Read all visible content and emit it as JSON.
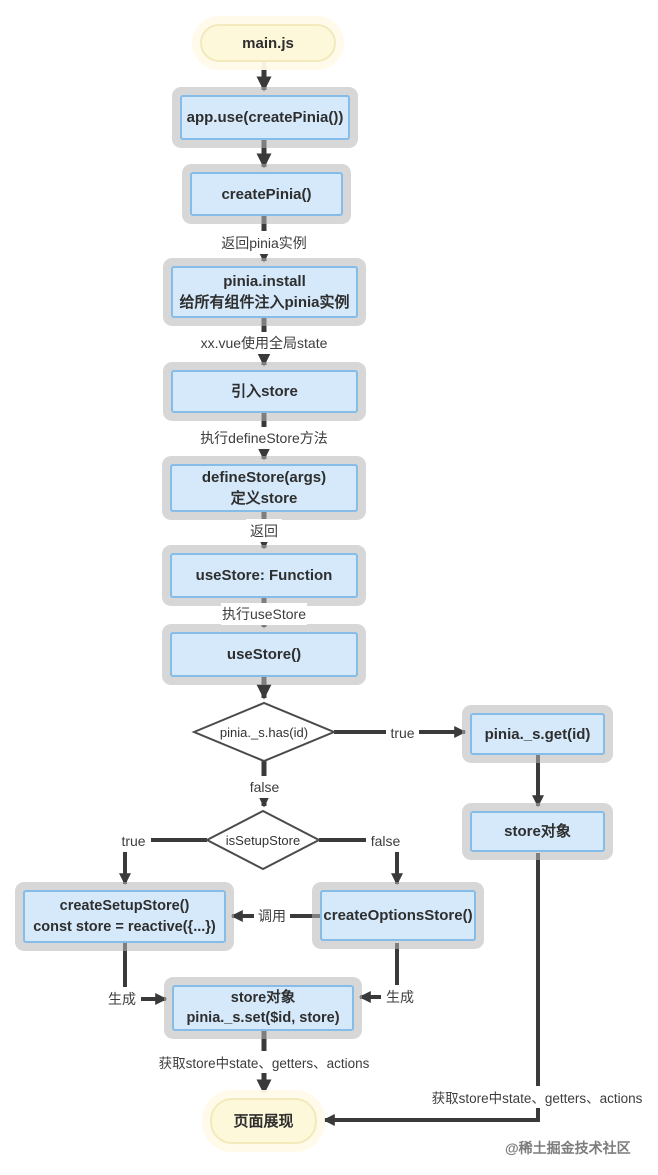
{
  "nodes": {
    "main_js": {
      "label": "main.js"
    },
    "app_use": {
      "label": "app.use(createPinia())"
    },
    "create_pinia": {
      "label": "createPinia()"
    },
    "pinia_install": {
      "label": "pinia.install\n给所有组件注入pinia实例"
    },
    "import_store": {
      "label": "引入store"
    },
    "define_store": {
      "label": "defineStore(args)\n定义store"
    },
    "use_store_fn": {
      "label": "useStore: Function"
    },
    "use_store_call": {
      "label": "useStore()"
    },
    "has_id": {
      "label": "pinia._s.has(id)"
    },
    "get_id": {
      "label": "pinia._s.get(id)"
    },
    "store_obj": {
      "label": "store对象"
    },
    "is_setup_store": {
      "label": "isSetupStore"
    },
    "create_setup_store": {
      "label": "createSetupStore()\nconst store = reactive({...})"
    },
    "create_options_store": {
      "label": "createOptionsStore()"
    },
    "store_obj_set": {
      "label": "store对象\npinia._s.set($id, store)"
    },
    "page_render": {
      "label": "页面展现"
    }
  },
  "edge_labels": {
    "return_pinia_instance": "返回pinia实例",
    "xx_vue_global_state": "xx.vue使用全局state",
    "exec_define_store": "执行defineStore方法",
    "return": "返回",
    "exec_use_store": "执行useStore",
    "true_right": "true",
    "false_down": "false",
    "true_left": "true",
    "false_right": "false",
    "invoke": "调用",
    "generate_left": "生成",
    "generate_right": "生成",
    "get_state_bottom": "获取store中state、getters、actions",
    "get_state_right": "获取store中state、getters、actions"
  },
  "watermark": "@稀土掘金技术社区",
  "colors": {
    "background": "#ffffff",
    "process_fill": "#d5e9fb",
    "process_border": "#85bce8",
    "terminal_fill": "#fdf8da",
    "terminal_border": "#f2e9bc",
    "decision_fill": "#ffffff",
    "decision_border": "#4a4a4a",
    "arrow": "#3a3a3a",
    "label_bg": "#ffffff",
    "label_text": "#3d3d3d"
  }
}
